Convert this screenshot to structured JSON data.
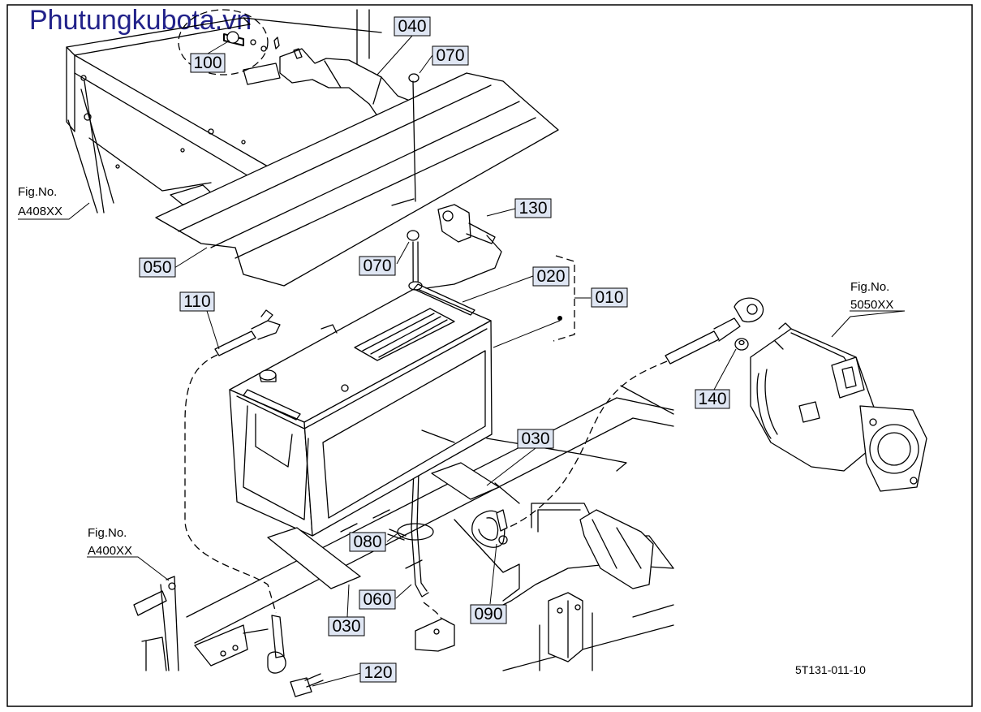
{
  "watermark": "Phutungkubota.vn",
  "diagram_code": "5T131-011-10",
  "figure_refs": [
    {
      "line1": "Fig.No.",
      "line2": "A408XX"
    },
    {
      "line1": "Fig.No.",
      "line2": "5050XX"
    },
    {
      "line1": "Fig.No.",
      "line2": "A400XX"
    }
  ],
  "part_labels": [
    {
      "id": "010",
      "text": "010"
    },
    {
      "id": "020",
      "text": "020"
    },
    {
      "id": "030a",
      "text": "030"
    },
    {
      "id": "030b",
      "text": "030"
    },
    {
      "id": "040",
      "text": "040"
    },
    {
      "id": "050",
      "text": "050"
    },
    {
      "id": "060",
      "text": "060"
    },
    {
      "id": "070a",
      "text": "070"
    },
    {
      "id": "070b",
      "text": "070"
    },
    {
      "id": "080",
      "text": "080"
    },
    {
      "id": "090",
      "text": "090"
    },
    {
      "id": "100",
      "text": "100"
    },
    {
      "id": "110",
      "text": "110"
    },
    {
      "id": "120",
      "text": "120"
    },
    {
      "id": "130",
      "text": "130"
    },
    {
      "id": "140",
      "text": "140"
    }
  ]
}
